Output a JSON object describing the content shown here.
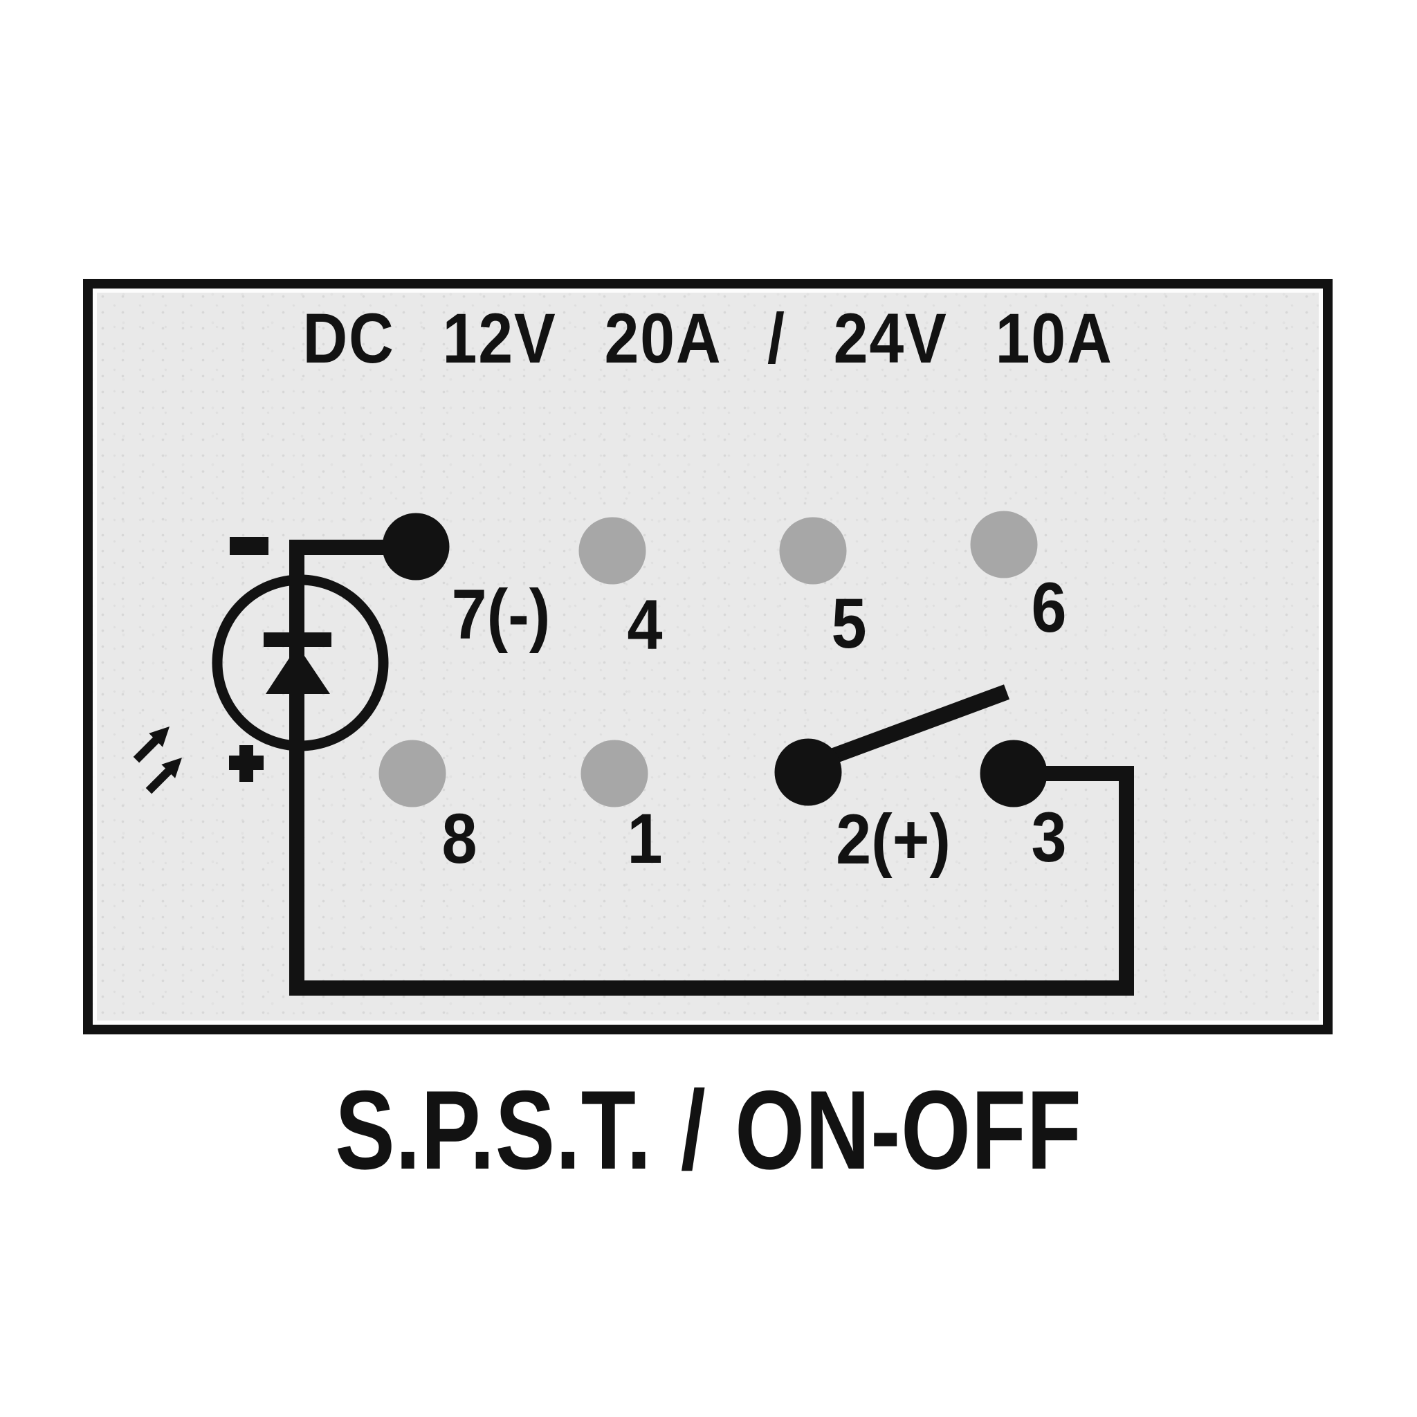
{
  "panel": {
    "title": "DC 12V 20A / 24V 10A"
  },
  "pins": [
    {
      "id": "7",
      "label": "7(-)",
      "state": "connected"
    },
    {
      "id": "4",
      "label": "4",
      "state": "unused"
    },
    {
      "id": "5",
      "label": "5",
      "state": "unused"
    },
    {
      "id": "6",
      "label": "6",
      "state": "unused"
    },
    {
      "id": "8",
      "label": "8",
      "state": "unused"
    },
    {
      "id": "1",
      "label": "1",
      "state": "unused"
    },
    {
      "id": "2",
      "label": "2(+)",
      "state": "connected"
    },
    {
      "id": "3",
      "label": "3",
      "state": "connected"
    }
  ],
  "led": {
    "minus": "-",
    "plus": "+"
  },
  "caption": "S.P.S.T. / ON-OFF",
  "colors": {
    "ink": "#121212",
    "connected_dot": "#121212",
    "unused_dot": "#a7a7a7",
    "panel_bg": "#e9e9e9",
    "page_bg": "#ffffff"
  }
}
